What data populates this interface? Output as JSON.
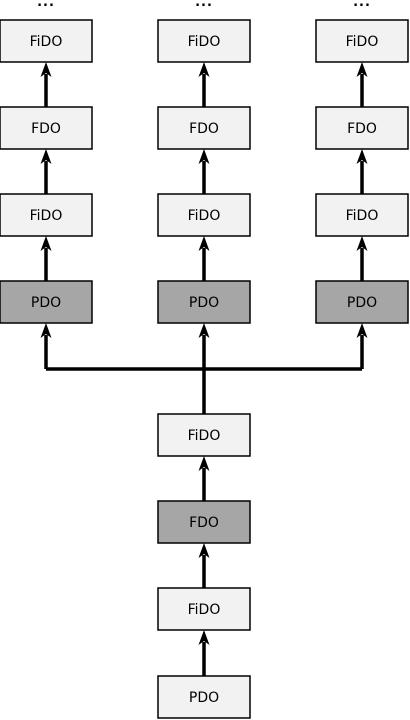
{
  "colors": {
    "light_fill": "#f2f2f2",
    "dark_fill": "#a6a6a6",
    "stroke": "#000000",
    "text": "#000000"
  },
  "ellipsis": "...",
  "columns": [
    {
      "id": "left",
      "stack": [
        {
          "label": "FiDO",
          "shade": "light"
        },
        {
          "label": "FDO",
          "shade": "light"
        },
        {
          "label": "FiDO",
          "shade": "light"
        },
        {
          "label": "PDO",
          "shade": "dark"
        }
      ]
    },
    {
      "id": "middle",
      "stack": [
        {
          "label": "FiDO",
          "shade": "light"
        },
        {
          "label": "FDO",
          "shade": "light"
        },
        {
          "label": "FiDO",
          "shade": "light"
        },
        {
          "label": "PDO",
          "shade": "dark"
        }
      ]
    },
    {
      "id": "right",
      "stack": [
        {
          "label": "FiDO",
          "shade": "light"
        },
        {
          "label": "FDO",
          "shade": "light"
        },
        {
          "label": "FiDO",
          "shade": "light"
        },
        {
          "label": "PDO",
          "shade": "dark"
        }
      ]
    }
  ],
  "bottom_stack": [
    {
      "label": "FiDO",
      "shade": "light"
    },
    {
      "label": "FDO",
      "shade": "dark"
    },
    {
      "label": "FiDO",
      "shade": "light"
    },
    {
      "label": "PDO",
      "shade": "light"
    }
  ]
}
